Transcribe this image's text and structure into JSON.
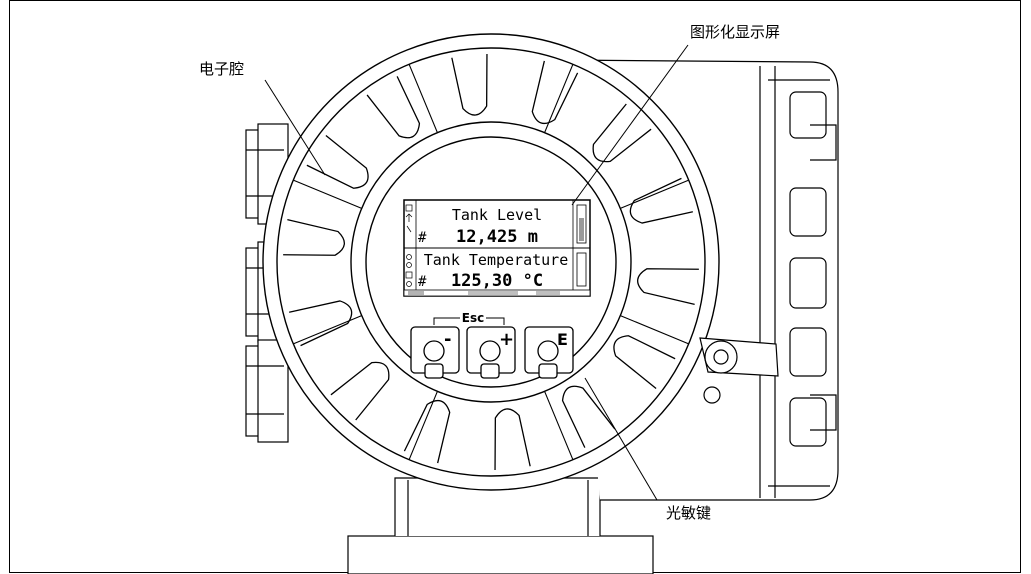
{
  "callouts": {
    "electronics_compartment": "电子腔",
    "graphic_display": "图形化显示屏",
    "optical_keys": "光敏键"
  },
  "display": {
    "row1_title": "Tank Level",
    "row1_value": "12,425 m",
    "row2_title": "Tank Temperature",
    "row2_value": "125,30 °C",
    "hash_marker": "#"
  },
  "keys": {
    "esc_label": "Esc",
    "minus_label": "-",
    "plus_label": "+",
    "enter_label": "E"
  }
}
